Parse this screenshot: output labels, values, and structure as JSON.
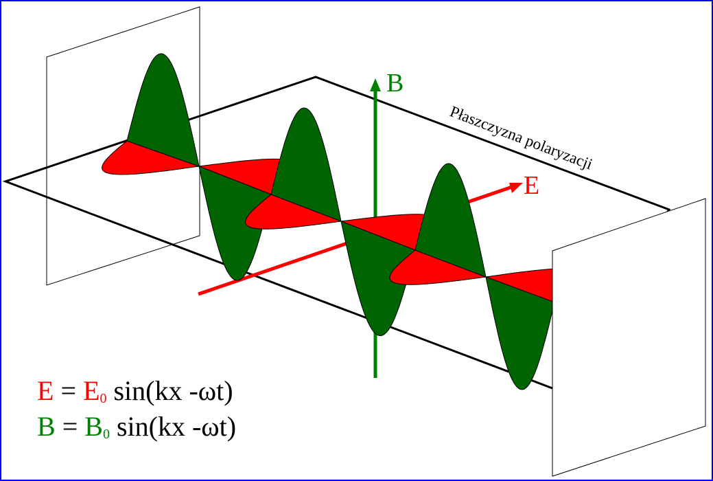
{
  "colors": {
    "e_field": "#ff0000",
    "b_field": "#006400",
    "b_axis": "#008000",
    "frame": "#0000ff",
    "outline": "#000000",
    "background": "#ffffff"
  },
  "axis_labels": {
    "b": "B",
    "e": "E"
  },
  "plane_label": "Płaszczyzna polaryzacji",
  "equations": {
    "e": {
      "lhs": "E",
      "eq": " = ",
      "amp": "E",
      "sub": "0",
      "rest": " sin(kx -ωt)"
    },
    "b": {
      "lhs": "B",
      "eq": " = ",
      "amp": "B",
      "sub": "0",
      "rest": " sin(kx -ωt)"
    }
  }
}
